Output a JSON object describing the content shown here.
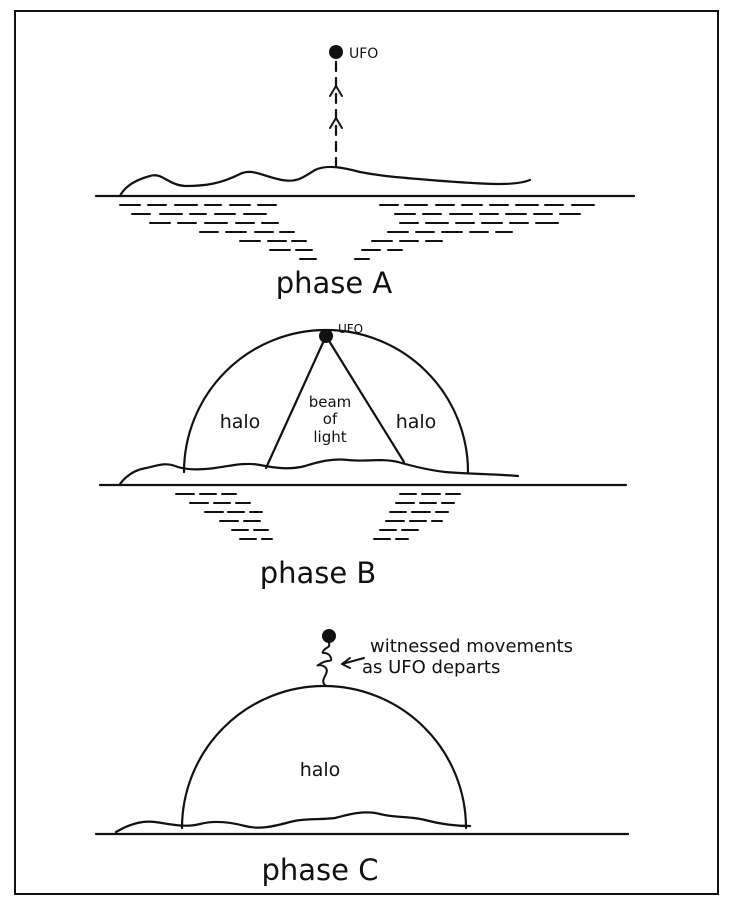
{
  "phases": [
    {
      "title": "phase A",
      "labels": {
        "ufo": "UFO"
      }
    },
    {
      "title": "phase B",
      "labels": {
        "ufo": "UFO",
        "left_region": "halo",
        "right_region": "halo",
        "beam_line1": "beam",
        "beam_line2": "of",
        "beam_line3": "light"
      }
    },
    {
      "title": "phase C",
      "labels": {
        "region": "halo",
        "annotation_line1": "witnessed movements",
        "annotation_line2": "as UFO departs"
      }
    }
  ],
  "colors": {
    "ink": "#111111",
    "background": "#ffffff"
  }
}
